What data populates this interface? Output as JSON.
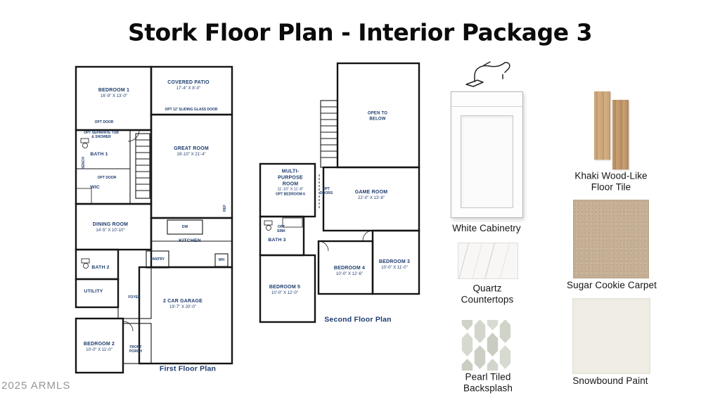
{
  "title": "Stork Floor Plan - Interior Package 3",
  "watermark": "2025 ARMLS",
  "colors": {
    "plan_text": "#1d3c6e",
    "wall": "#111111"
  },
  "first_floor": {
    "caption": "First Floor Plan",
    "rooms": {
      "bedroom1": {
        "name": "BEDROOM 1",
        "dims": "16'-9\" X 13'-0\""
      },
      "covered_patio": {
        "name": "COVERED PATIO",
        "dims": "17'-4\" X 8'-0\""
      },
      "slider_note": "OPT 12' SLIDING GLASS DOOR",
      "opt_door_top": "OPT DOOR",
      "opt_tub": "OPT SEPARATE TUB & SHOWER",
      "bath1": "BATH 1",
      "bench": "BENCH",
      "opt_door_mid": "OPT DOOR",
      "wic": "WIC",
      "great_room": {
        "name": "GREAT ROOM",
        "dims": "16'-10\" X 21'-4\""
      },
      "ref": "REF",
      "dining": {
        "name": "DINING ROOM",
        "dims": "14'-5\" X 10'-10\""
      },
      "kitchen": "KITCHEN",
      "dw": "DW",
      "pantry": "PANTRY",
      "bath2": "BATH 2",
      "wh": "WH",
      "utility": "UTILITY",
      "foyer": "FOYER",
      "garage": {
        "name": "2 CAR GARAGE",
        "dims": "19'-7\" X 20'-0\""
      },
      "bedroom2": {
        "name": "BEDROOM 2",
        "dims": "10'-0\" X 11'-0\""
      },
      "front_porch": "FRONT PORCH"
    }
  },
  "second_floor": {
    "caption": "Second Floor Plan",
    "rooms": {
      "open_to_below": "OPEN TO BELOW",
      "multi_purpose": {
        "name": "MULTI-PURPOSE ROOM",
        "dims": "11'-10\" X 11'-8\"",
        "note": "OPT BEDROOM 6"
      },
      "opt_doors": "OPT DOORS",
      "game_room": {
        "name": "GAME ROOM",
        "dims": "22'-0\" X 13'-8\""
      },
      "opt_sink": "OPT SINK",
      "bath3": "BATH 3",
      "bedroom4": {
        "name": "BEDROOM 4",
        "dims": "10'-0\" X 12'-6\""
      },
      "bedroom3": {
        "name": "BEDROOM 3",
        "dims": "10'-0\" X 11'-0\""
      },
      "bedroom5": {
        "name": "BEDROOM 5",
        "dims": "10'-0\" X 12'-0\""
      }
    }
  },
  "finishes": [
    {
      "label": "White Cabinetry"
    },
    {
      "label": "Quartz Countertops"
    },
    {
      "label": "Pearl Tiled Backsplash"
    },
    {
      "label": "Khaki Wood-Like Floor Tile"
    },
    {
      "label": "Sugar Cookie Carpet"
    },
    {
      "label": "Snowbound Paint"
    }
  ]
}
